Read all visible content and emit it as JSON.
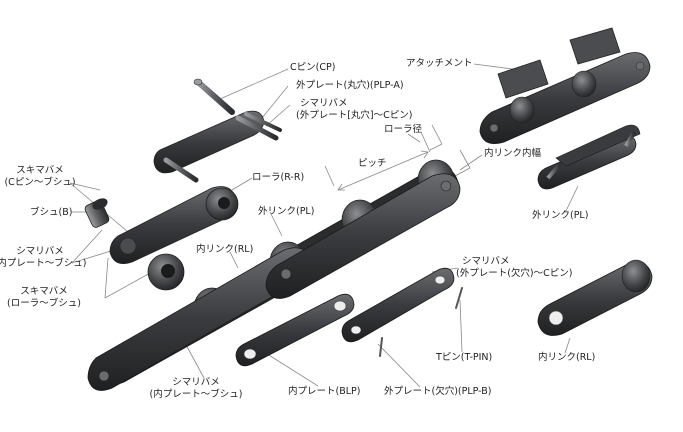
{
  "labels": {
    "c_pin": "Cピン(CP)",
    "outer_plate_round": "外プレート(丸穴)(PLP-A)",
    "shimaribame_outer_cpin_1": "シマリバメ",
    "shimaribame_outer_cpin_2": "(外プレート[丸穴]〜Cピン)",
    "attachment": "アタッチメント",
    "roller_diameter": "ローラ径",
    "inner_link_width": "内リンク内幅",
    "pitch": "ピッチ",
    "roller": "ローラ(R-R)",
    "outer_link_center": "外リンク(PL)",
    "outer_link_right": "外リンク(PL)",
    "sukimabame_cpin_bush_1": "スキマバメ",
    "sukimabame_cpin_bush_2": "(Cピン〜ブシュ)",
    "bush": "ブシュ(B)",
    "shimaribame_inner_bush_1": "シマリバメ",
    "shimaribame_inner_bush_2": "(内プレート〜ブシュ)",
    "inner_link_center": "内リンク(RL)",
    "sukimabame_roller_bush_1": "スキマバメ",
    "sukimabame_roller_bush_2": "(ローラ〜ブシュ)",
    "shimaribame_outer_notch_1": "シマリバメ",
    "shimaribame_outer_notch_2": "(外プレート(欠穴)〜Cピン)",
    "t_pin": "Tピン(T-PIN)",
    "inner_link_right": "内リンク(RL)",
    "shimaribame_bottom_1": "シマリバメ",
    "shimaribame_bottom_2": "(内プレート〜ブシュ)",
    "inner_plate": "内プレート(BLP)",
    "outer_plate_notch": "外プレート(欠穴)(PLP-B)"
  },
  "colors": {
    "metal_dark": "#2f3032",
    "metal_mid": "#55575a",
    "metal_light": "#8a8c8f",
    "leader": "#888888",
    "text": "#222222"
  }
}
